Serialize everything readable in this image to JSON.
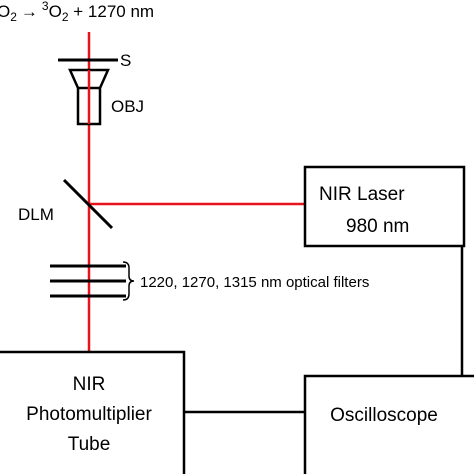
{
  "reaction": {
    "lhs": "O",
    "lhs_sub": "2",
    "arrow": "→",
    "rhs_sup": "3",
    "rhs": "O",
    "rhs_sub": "2",
    "tail": " + 1270 nm"
  },
  "labels": {
    "sample": "S",
    "objective": "OBJ",
    "dichroic_mirror": "DLM",
    "filters": "1220, 1270, 1315 nm optical filters"
  },
  "laser": {
    "line1": "NIR Laser",
    "line2": "980 nm"
  },
  "detector": {
    "line1": "NIR",
    "line2": "Photomultiplier",
    "line3": "Tube"
  },
  "oscilloscope": {
    "label": "Oscilloscope"
  },
  "colors": {
    "beam": "#e8141b",
    "outline": "#000000",
    "background": "#ffffff"
  }
}
